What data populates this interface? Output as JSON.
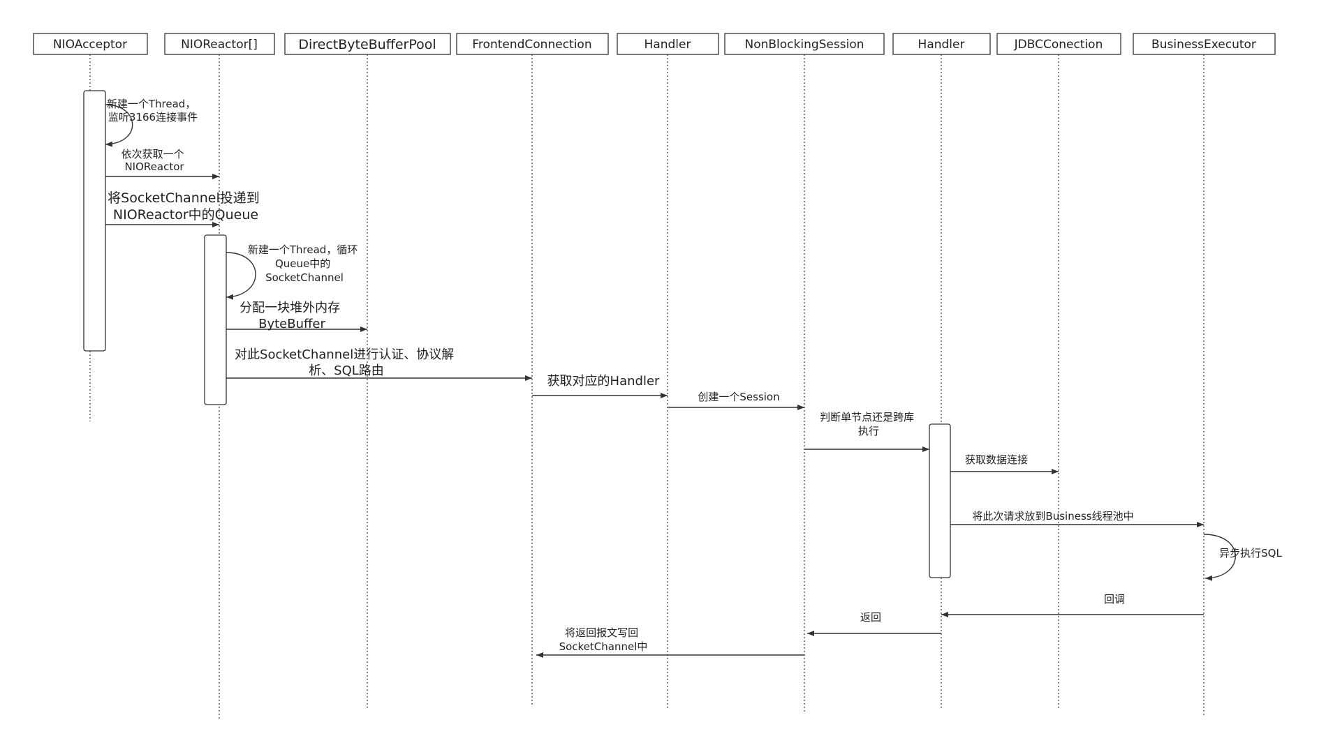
{
  "participants": [
    "NIOAcceptor",
    "NIOReactor[]",
    "DirectByteBufferPool",
    "FrontendConnection",
    "Handler",
    "NonBlockingSession",
    "Handler",
    "JDBCConection",
    "BusinessExecutor"
  ],
  "messages": [
    {
      "lines": [
        "新建一个Thread，",
        "监听3166连接事件"
      ]
    },
    {
      "lines": [
        "依次获取一个",
        "NIOReactor"
      ]
    },
    {
      "lines": [
        "将SocketChannel投递到",
        "NIOReactor中的Queue"
      ]
    },
    {
      "lines": [
        "新建一个Thread，循环",
        "Queue中的",
        "SocketChannel"
      ]
    },
    {
      "lines": [
        "分配一块堆外内存",
        "ByteBuffer"
      ]
    },
    {
      "lines": [
        "对此SocketChannel进行认证、协议解",
        "析、SQL路由"
      ]
    },
    {
      "lines": [
        "获取对应的Handler"
      ]
    },
    {
      "lines": [
        "创建一个Session"
      ]
    },
    {
      "lines": [
        "判断单节点还是跨库",
        "执行"
      ]
    },
    {
      "lines": [
        "获取数据连接"
      ]
    },
    {
      "lines": [
        "将此次请求放到Business线程池中"
      ]
    },
    {
      "lines": [
        "异步执行SQL"
      ]
    },
    {
      "lines": [
        "回调"
      ]
    },
    {
      "lines": [
        "返回"
      ]
    },
    {
      "lines": [
        "将返回报文写回",
        "SocketChannel中"
      ]
    }
  ]
}
